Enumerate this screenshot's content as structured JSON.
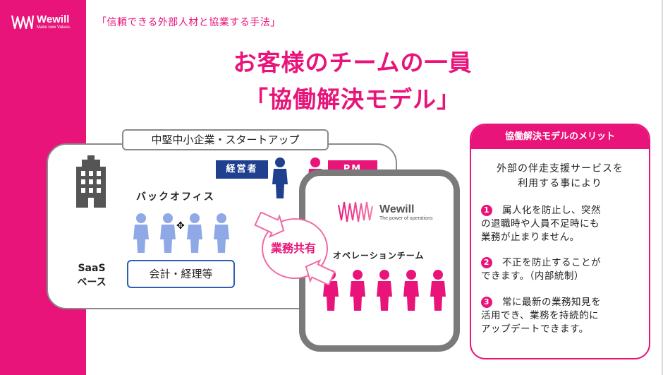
{
  "brand": {
    "name": "Wewill",
    "tagline": "Make new Values.",
    "color": "#e8147a"
  },
  "header": {
    "subtitle": "「信頼できる外部人材と協業する手法」",
    "title_line1": "お客様のチームの一員",
    "title_line2": "「協働解決モデル」"
  },
  "diagram": {
    "company_label": "中堅中小企業・スタートアップ",
    "exec_label": "経営者",
    "pm_label": "PM",
    "backoffice_label": "バックオフィス",
    "saas_label_1": "SaaS",
    "saas_label_2": "ベース",
    "accounting_label": "会計・経理等",
    "share_label": "業務共有",
    "ops_logo_name": "Wewill",
    "ops_logo_tagline": "The power of operations",
    "ops_team_label": "オペレーションチーム"
  },
  "merits": {
    "header": "協働解決モデルのメリット",
    "intro_1": "外部の伴走支援サービスを",
    "intro_2": "利用する事により",
    "items": [
      {
        "num": "1",
        "lines": [
          "属人化を防止し、突然",
          "の退職時や人員不足時にも",
          "業務が止まりません。"
        ]
      },
      {
        "num": "2",
        "lines": [
          "不正を防止することが",
          "できます。（内部統制）"
        ]
      },
      {
        "num": "3",
        "lines": [
          "常に最新の業務知見を",
          "活用でき、業務を持続的に",
          "アップデートできます。"
        ]
      }
    ]
  },
  "icons": [
    "logo-wave-icon",
    "building-icon",
    "person-icon",
    "arrow-cycle-icon",
    "move-cursor-icon"
  ]
}
